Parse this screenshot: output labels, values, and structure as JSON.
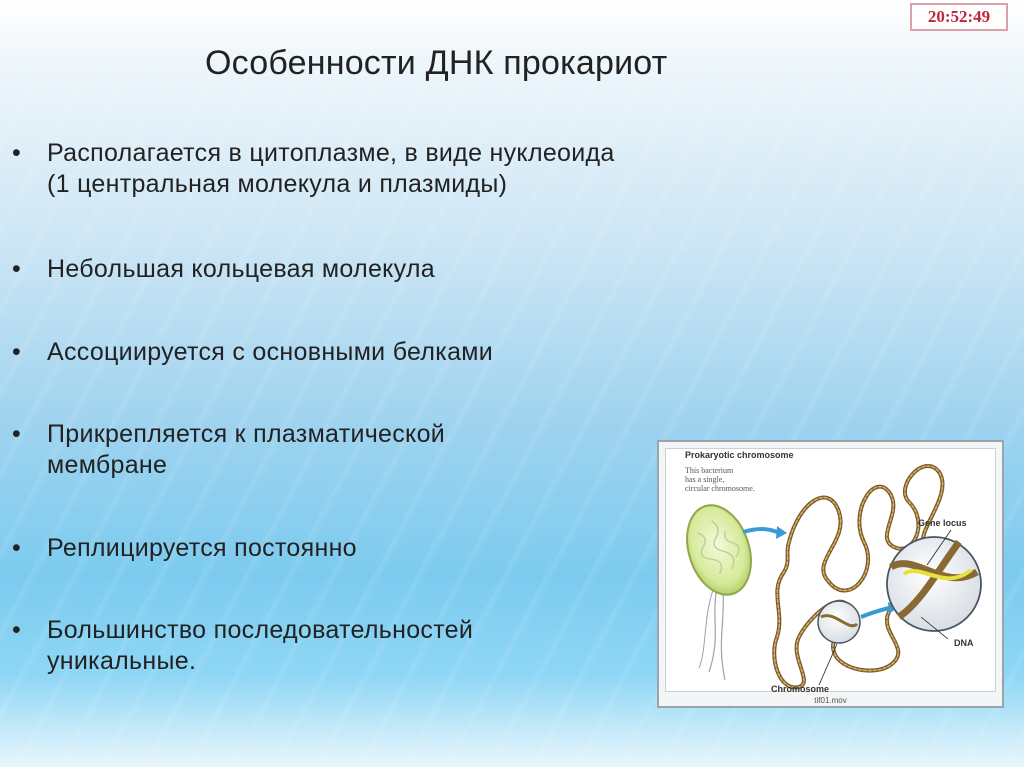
{
  "clock": "20:52:49",
  "title": "Особенности ДНК  прокариот",
  "bullets": [
    "Располагается в цитоплазме, в виде нуклеоида (1 центральная молекула и плазмиды)",
    "Небольшая кольцевая молекула",
    "Ассоциируется с основными белками",
    "Прикрепляется к плазматической мембране",
    "Реплицируется постоянно",
    "Большинство последовательностей уникальные."
  ],
  "bullet_marker": "•",
  "figure": {
    "heading": "Prokaryotic  chromosome",
    "note_line1": "This bacterium",
    "note_line2": "has a single,",
    "note_line3": "circular chromosome.",
    "gene_locus": "Gene locus",
    "dna": "DNA",
    "chromosome": "Chromosome",
    "caption": "tif01.mov"
  }
}
